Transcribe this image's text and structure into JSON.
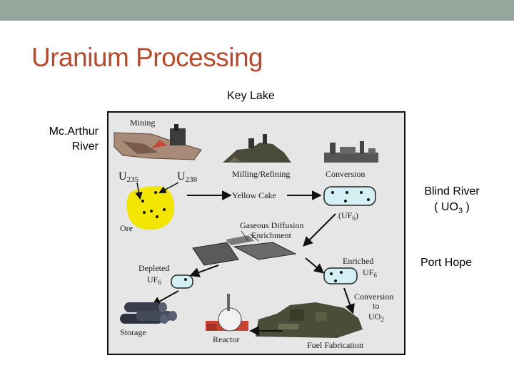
{
  "slide": {
    "title": "Uranium Processing",
    "labels": {
      "key_lake": "Key Lake",
      "mcarthur_line1": "Mc.Arthur",
      "mcarthur_line2": "River",
      "blind_river_line1": "Blind River",
      "blind_river_formula_main": "( UO",
      "blind_river_formula_sub": "3",
      "blind_river_formula_end": " )",
      "port_hope": "Port Hope"
    }
  },
  "diagram": {
    "stages": {
      "mining": "Mining",
      "milling": "Milling/Refining",
      "conversion": "Conversion",
      "u235_main": "U",
      "u235_sub": "235",
      "u238_main": "U",
      "u238_sub": "238",
      "yellow_cake": "Yellow Cake",
      "ore": "Ore",
      "uf6_main": "(UF",
      "uf6_sub": "6",
      "uf6_end": ")",
      "gaseous_line1": "Gaseous Diffusion",
      "gaseous_line2": "Enrichment",
      "depleted_line1": "Depleted",
      "depleted_uf_main": "UF",
      "depleted_uf_sub": "6",
      "enriched_line1": "Enriched",
      "enriched_uf_main": "UF",
      "enriched_uf_sub": "6",
      "conv_to_line1": "Conversion",
      "conv_to_line2": "to",
      "conv_to_uo_main": "UO",
      "conv_to_uo_sub": "2",
      "storage": "Storage",
      "reactor": "Reactor",
      "fuel_fabrication": "Fuel Fabrication"
    },
    "colors": {
      "ore_blob": "#f2e600",
      "capsule": "#d4f0f4",
      "frame_bg": "#e6e6e6",
      "title": "#b54a2e",
      "top_bar": "#97a69c"
    }
  }
}
